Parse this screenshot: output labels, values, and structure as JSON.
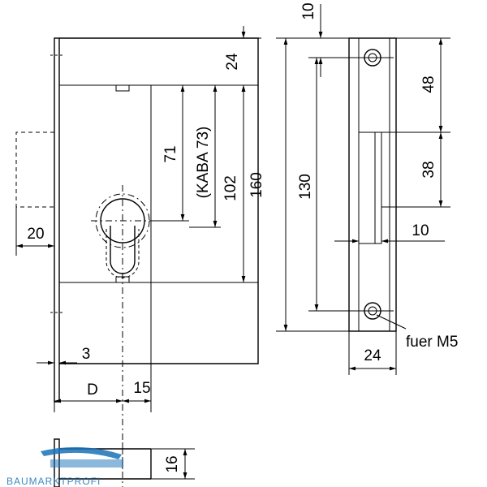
{
  "drawing": {
    "lock_case": {
      "dim_top": "24",
      "dim_71": "71",
      "dim_kaba": "(KABA 73)",
      "dim_102": "102",
      "dim_160": "160",
      "dim_20": "20",
      "dim_3": "3",
      "dim_d": "D",
      "dim_15": "15"
    },
    "strike_plate": {
      "dim_10_top": "10",
      "dim_130": "130",
      "dim_48": "48",
      "dim_38": "38",
      "dim_10_side": "10",
      "dim_24": "24",
      "screw_label": "fuer M5"
    },
    "side_view": {
      "dim_16": "16"
    },
    "watermark": {
      "text": "BAUMARKTPROFI",
      "accent_color": "#1a73b8"
    }
  }
}
